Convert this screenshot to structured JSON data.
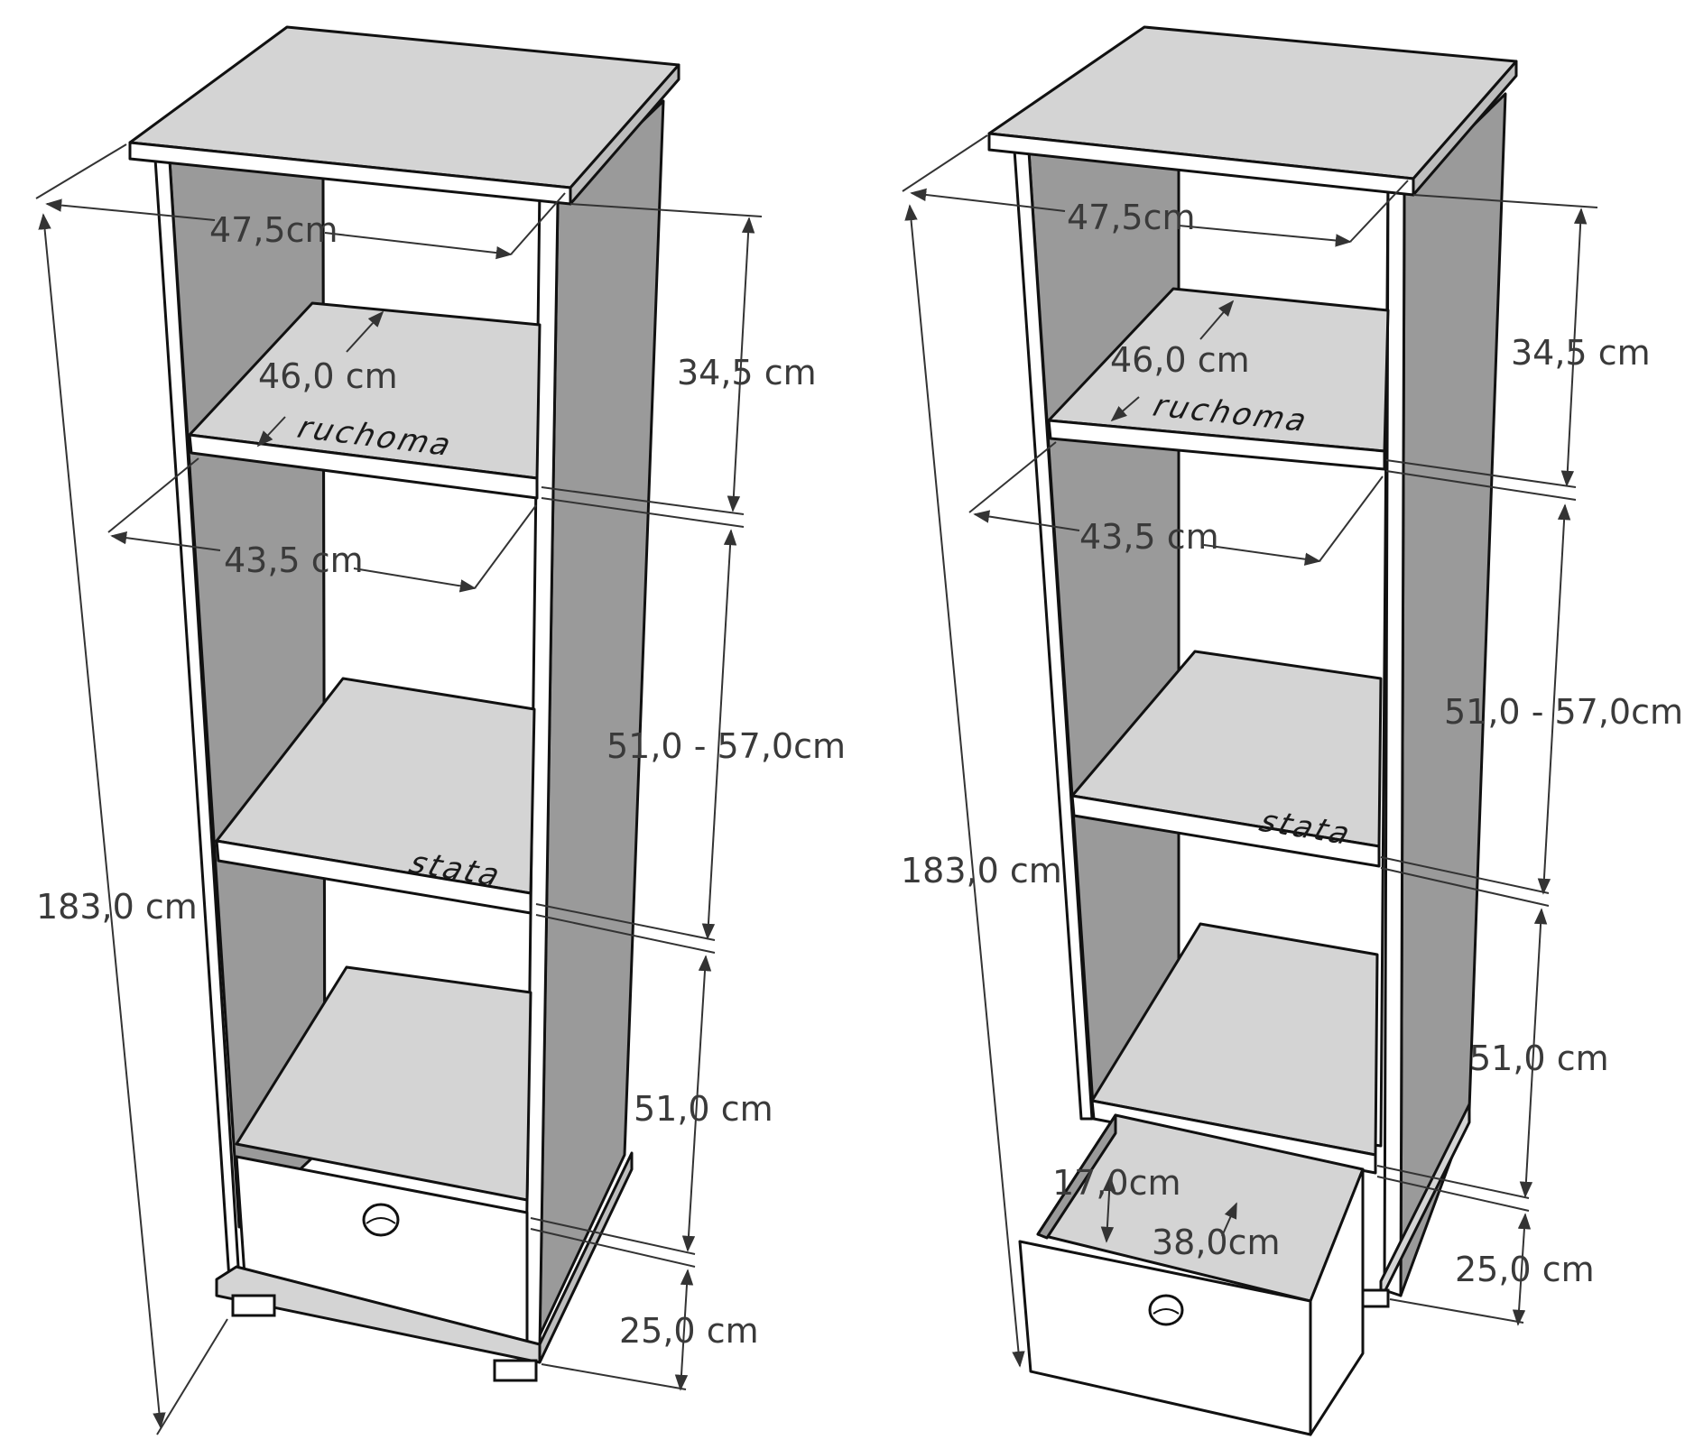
{
  "colors": {
    "background": "#ffffff",
    "panel_light": "#d4d4d4",
    "panel_mid": "#bdbdbd",
    "panel_dark": "#9a9a9a",
    "panel_white": "#ffffff",
    "line": "#111111",
    "dimension_text": "#3a3a3a"
  },
  "left_unit": {
    "dims": {
      "top_width": "47,5cm",
      "depth": "46,0 cm",
      "inner_width": "43,5 cm",
      "section_top": "34,5 cm",
      "section_middle": "51,0 - 57,0cm",
      "section_bottom": "51,0 cm",
      "drawer_height": "25,0 cm",
      "total_height": "183,0 cm"
    },
    "labels": {
      "movable_shelf": "ruchoma",
      "fixed_shelf": "stata"
    }
  },
  "right_unit": {
    "dims": {
      "top_width": "47,5cm",
      "depth": "46,0 cm",
      "inner_width": "43,5 cm",
      "section_top": "34,5 cm",
      "section_middle": "51,0 - 57,0cm",
      "section_bottom": "51,0 cm",
      "drawer_height": "25,0 cm",
      "total_height": "183,0 cm",
      "drawer_inner_height": "17,0cm",
      "drawer_inner_depth": "38,0cm"
    },
    "labels": {
      "movable_shelf": "ruchoma",
      "fixed_shelf": "stata"
    }
  }
}
